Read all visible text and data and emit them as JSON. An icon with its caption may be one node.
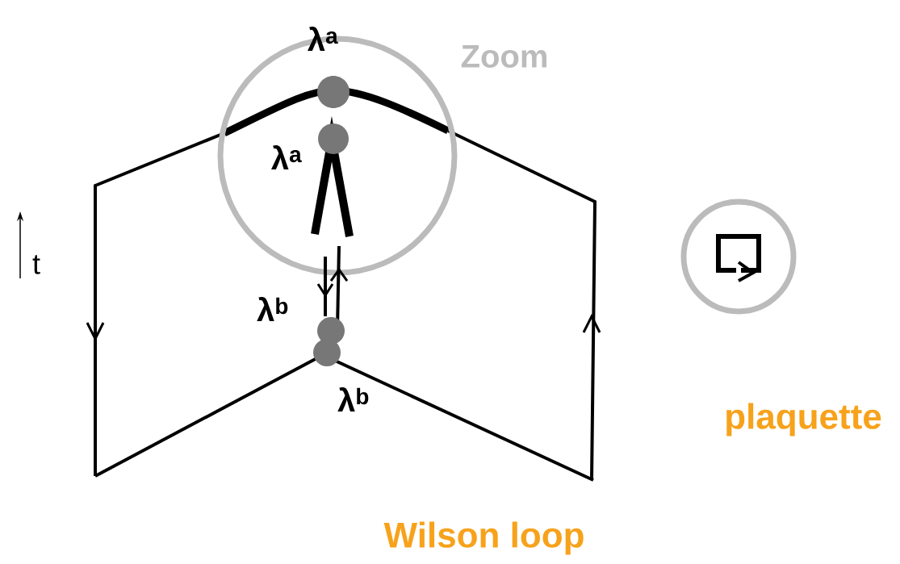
{
  "diagram": {
    "labels": [
      "λ$^{a}$",
      "Zoom",
      "λ$^{a}$",
      "t",
      "λ$^{b}$",
      "λ$^{b}$",
      "plaquette",
      "Wilson loop"
    ]
  }
}
